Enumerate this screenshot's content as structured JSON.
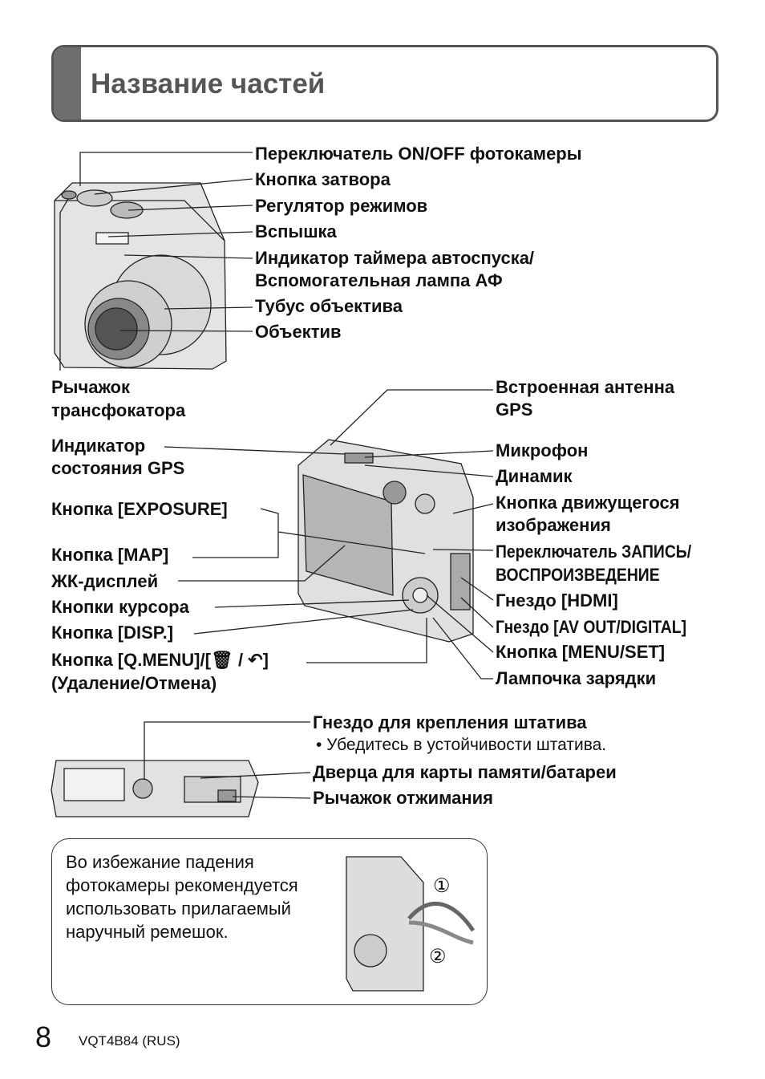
{
  "title": "Название частей",
  "front": {
    "labels": [
      "Переключатель ON/OFF фотокамеры",
      "Кнопка затвора",
      "Регулятор режимов",
      "Вспышка",
      "Индикатор таймера автоспуска/",
      "Вспомогательная лампа АФ",
      "Тубус объектива",
      "Объектив"
    ],
    "zoom_lever": [
      "Рычажок",
      "трансфокатора"
    ]
  },
  "back": {
    "right": [
      "Встроенная антенна",
      "GPS",
      "Микрофон",
      "Динамик",
      "Кнопка движущегося",
      "изображения",
      "Переключатель ЗАПИСЬ/",
      "ВОСПРОИЗВЕДЕНИЕ",
      "Гнездо [HDMI]",
      "Гнездо [AV OUT/DIGITAL]",
      "Кнопка [MENU/SET]",
      "Лампочка зарядки"
    ],
    "left": [
      "Индикатор",
      "состояния GPS",
      "Кнопка [EXPOSURE]",
      "Кнопка [MAP]",
      "ЖК-дисплей",
      "Кнопки курсора",
      "Кнопка [DISP.]",
      "Кнопка [Q.MENU]/[",
      "/",
      "]",
      "(Удаление/Отмена)"
    ]
  },
  "bottom": {
    "labels": [
      "Гнездо для крепления штатива",
      "• Убедитесь в устойчивости штатива.",
      "Дверца для карты памяти/батареи",
      "Рычажок отжимания"
    ]
  },
  "strap_note": "Во избежание падения фотокамеры рекомендуется использовать прилагаемый наручный ремешок.",
  "strap_steps": [
    "①",
    "②"
  ],
  "page_number": "8",
  "doc_code": "VQT4B84 (RUS)"
}
